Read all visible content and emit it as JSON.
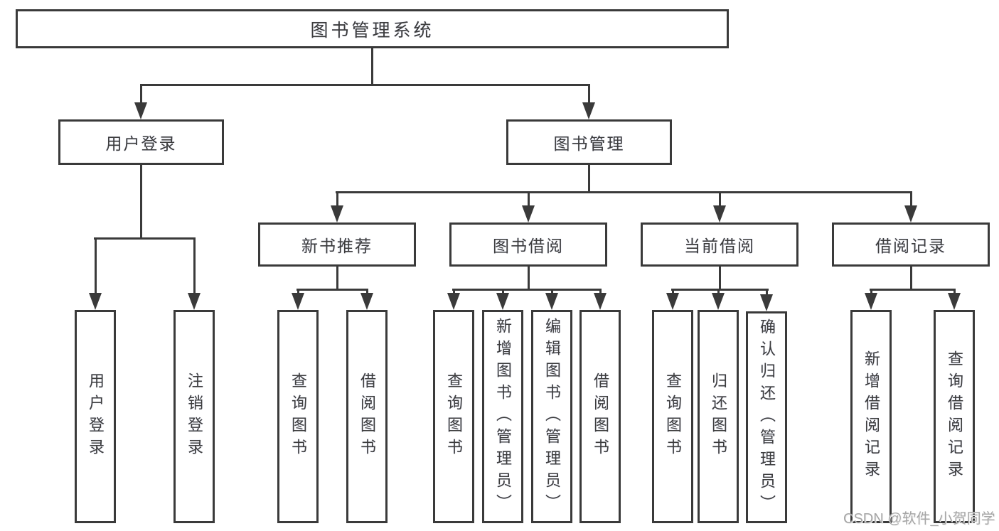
{
  "diagram": {
    "root": {
      "label": "图书管理系统"
    },
    "level2": {
      "user_login": {
        "label": "用户登录"
      },
      "book_management": {
        "label": "图书管理"
      }
    },
    "level3": {
      "new_book_recommend": {
        "label": "新书推荐"
      },
      "book_borrowing": {
        "label": "图书借阅"
      },
      "current_borrowing": {
        "label": "当前借阅"
      },
      "borrowing_records": {
        "label": "借阅记录"
      }
    },
    "leaves": {
      "user_login": {
        "label": "用户登录"
      },
      "logout": {
        "label": "注销登录"
      },
      "query_books_1": {
        "label": "查询图书"
      },
      "borrow_books_1": {
        "label": "借阅图书"
      },
      "query_books_2": {
        "label": "查询图书"
      },
      "add_books_admin": {
        "label": "新增图书（管理员）"
      },
      "edit_books_admin": {
        "label": "编辑图书（管理员）"
      },
      "borrow_books_2": {
        "label": "借阅图书"
      },
      "query_books_3": {
        "label": "查询图书"
      },
      "return_books": {
        "label": "归还图书"
      },
      "confirm_return_admin": {
        "label": "确认归还（管理员）"
      },
      "add_borrow_record": {
        "label": "新增借阅记录"
      },
      "query_borrow_record": {
        "label": "查询借阅记录"
      }
    },
    "watermark": {
      "label": "CSDN @软件_小贺同学"
    },
    "colors": {
      "line": "#3a3a3a",
      "text": "#3d3d3d",
      "watermark": "#a6a6a6",
      "background": "#ffffff"
    }
  }
}
